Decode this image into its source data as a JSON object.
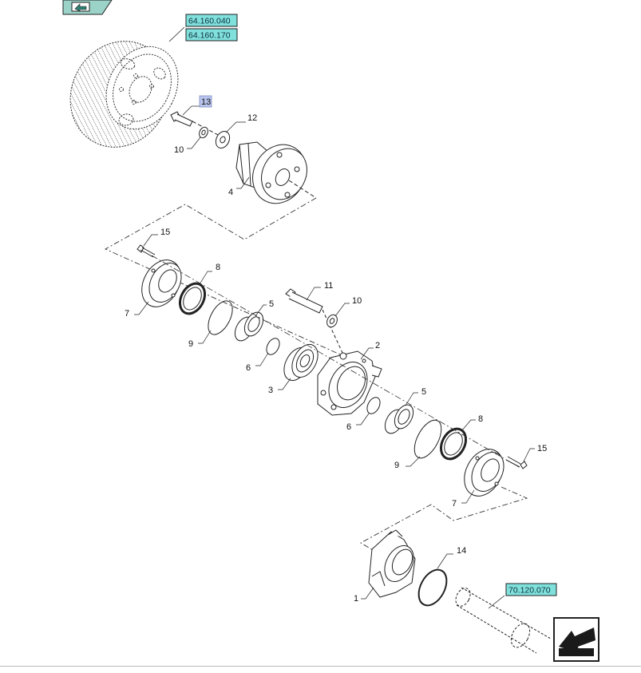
{
  "colors": {
    "ref_box_fill": "#7fe0dc",
    "highlight_fill": "#b9c4ee",
    "line": "#222222",
    "nav_icon_bg": "#9bd3c9"
  },
  "icons": {
    "top_nav": "arrow-box-icon",
    "bottom_nav": "next-page-arrow-icon"
  },
  "references": {
    "pulley_1": "64.160.040",
    "pulley_2": "64.160.170",
    "shaft": "70.120.070"
  },
  "callouts": {
    "c13": "13",
    "c12": "12",
    "c10a": "10",
    "c4": "4",
    "c15a": "15",
    "c8a": "8",
    "c7a": "7",
    "c11": "11",
    "c10b": "10",
    "c5a": "5",
    "c9a": "9",
    "c2": "2",
    "c6a": "6",
    "c3": "3",
    "c5b": "5",
    "c6b": "6",
    "c8b": "8",
    "c15b": "15",
    "c9b": "9",
    "c7b": "7",
    "c14": "14",
    "c1": "1"
  }
}
